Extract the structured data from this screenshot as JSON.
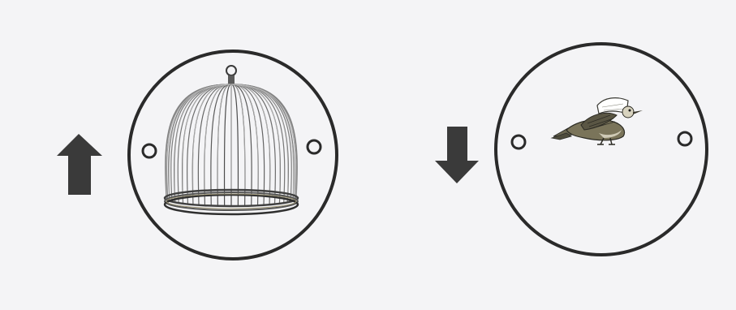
{
  "figure": {
    "background": "#f4f4f6",
    "ink_color": "#2a2a2a",
    "panels": [
      {
        "id": "left",
        "arrow": "up-arrow-icon",
        "disc_content": "bird-cage-icon",
        "holes": 2
      },
      {
        "id": "right",
        "arrow": "down-arrow-icon",
        "disc_content": "bird-icon",
        "holes": 2
      }
    ]
  }
}
